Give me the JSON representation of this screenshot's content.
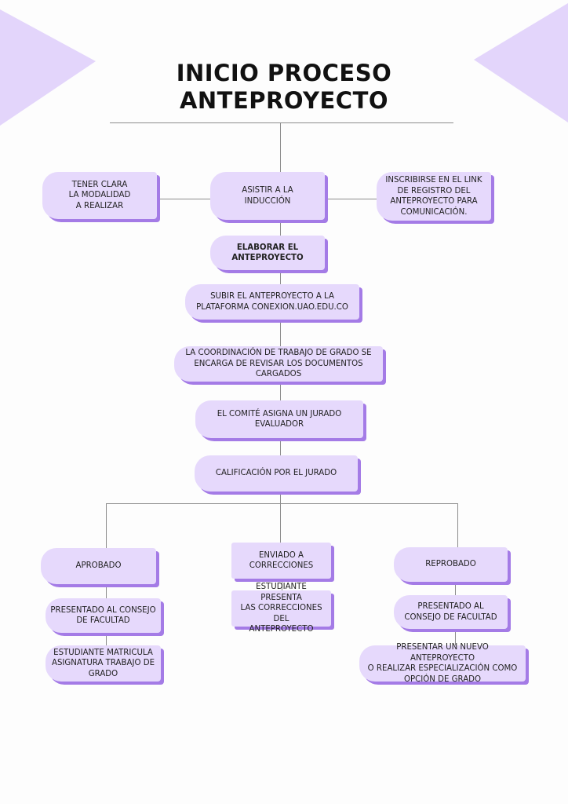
{
  "title": {
    "line1": "INICIO PROCESO",
    "line2": "ANTEPROYECTO"
  },
  "nodes": {
    "modalidad": "TENER CLARA\nLA MODALIDAD\nA REALIZAR",
    "induccion": "ASISTIR A LA\nINDUCCIÓN",
    "inscribirse": "INSCRIBIRSE EN EL LINK\nDE REGISTRO DEL\nANTEPROYECTO PARA\nCOMUNICACIÓN.",
    "elaborar": "ELABORAR EL\nANTEPROYECTO",
    "subir": "SUBIR EL ANTEPROYECTO A LA\nPLATAFORMA CONEXION.UAO.EDU.CO",
    "coordinacion": "LA COORDINACIÓN DE TRABAJO DE GRADO SE\nENCARGA DE REVISAR LOS DOCUMENTOS\nCARGADOS",
    "comite": "EL COMITÉ ASIGNA UN JURADO\nEVALUADOR",
    "calificacion": "CALIFICACIÓN POR EL JURADO",
    "aprobado": "APROBADO",
    "presentado_consejo_a": "PRESENTADO AL CONSEJO\nDE FACULTAD",
    "matricula": "ESTUDIANTE MATRICULA\nASIGNATURA TRABAJO DE\nGRADO",
    "enviado": "ENVIADO A\nCORRECCIONES",
    "presenta_correcciones": "ESTUDIANTE PRESENTA\nLAS CORRECCIONES DEL\nANTEPROYECTO",
    "reprobado": "REPROBADO",
    "presentado_consejo_r": "PRESENTADO AL\nCONSEJO DE FACULTAD",
    "nuevo": "PRESENTAR UN  NUEVO ANTEPROYECTO\nO REALIZAR ESPECIALIZACIÓN COMO\nOPCIÓN DE GRADO"
  },
  "colors": {
    "box_fill": "#e6d9fc",
    "box_shadow": "#a47be6",
    "triangle": "#e3d5fb",
    "line": "#8c8c8c"
  }
}
